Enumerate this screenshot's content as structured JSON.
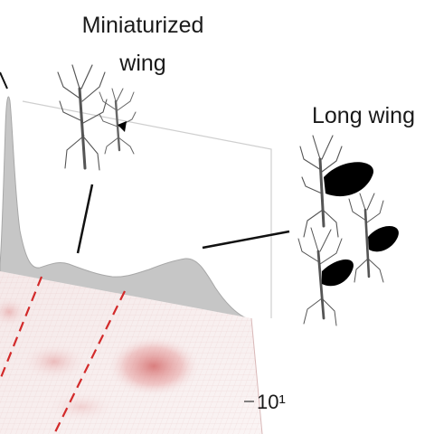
{
  "labels": {
    "miniaturized_line1": "Miniaturized",
    "miniaturized_line2": "wing",
    "long_wing": "Long wing",
    "axis_tick": "10¹"
  },
  "colors": {
    "density_fill": "#c9c9c9",
    "surface": "#f7eeee",
    "surface_peak": "#d97f7f",
    "dashed_line": "#d22a2a",
    "wing": "#000000"
  },
  "icons": {
    "insect_a": "stick-insect-icon",
    "insect_b": "stick-insect-small-wing-icon",
    "insect_c": "stick-insect-long-wing-icon"
  }
}
